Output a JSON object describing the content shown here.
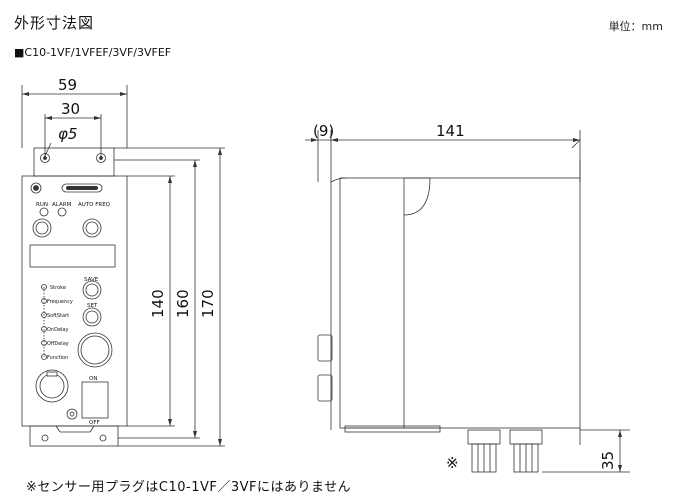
{
  "header": {
    "title": "外形寸法図",
    "unit": "単位：mm",
    "model": "■C10-1VF/1VFEF/3VF/3VFEF"
  },
  "dimensions": {
    "width_59": "59",
    "width_30": "30",
    "hole_phi5": "φ5",
    "height_140": "140",
    "height_160": "160",
    "height_170": "170",
    "depth_9": "(9)",
    "depth_141": "141",
    "connector_35": "35"
  },
  "front_panel": {
    "run": "RUN",
    "alarm": "ALARM",
    "auto_freq": "AUTO FREQ",
    "save": "SAVE",
    "set": "SET",
    "on": "ON",
    "off": "OFF",
    "params": [
      "Stroke",
      "Frequency",
      "SoftStart",
      "OnDelay",
      "OffDelay",
      "Function"
    ]
  },
  "side_view": {
    "marker": "※"
  },
  "footer": {
    "note": "※センサー用プラグはC10-1VF／3VFにはありません"
  }
}
